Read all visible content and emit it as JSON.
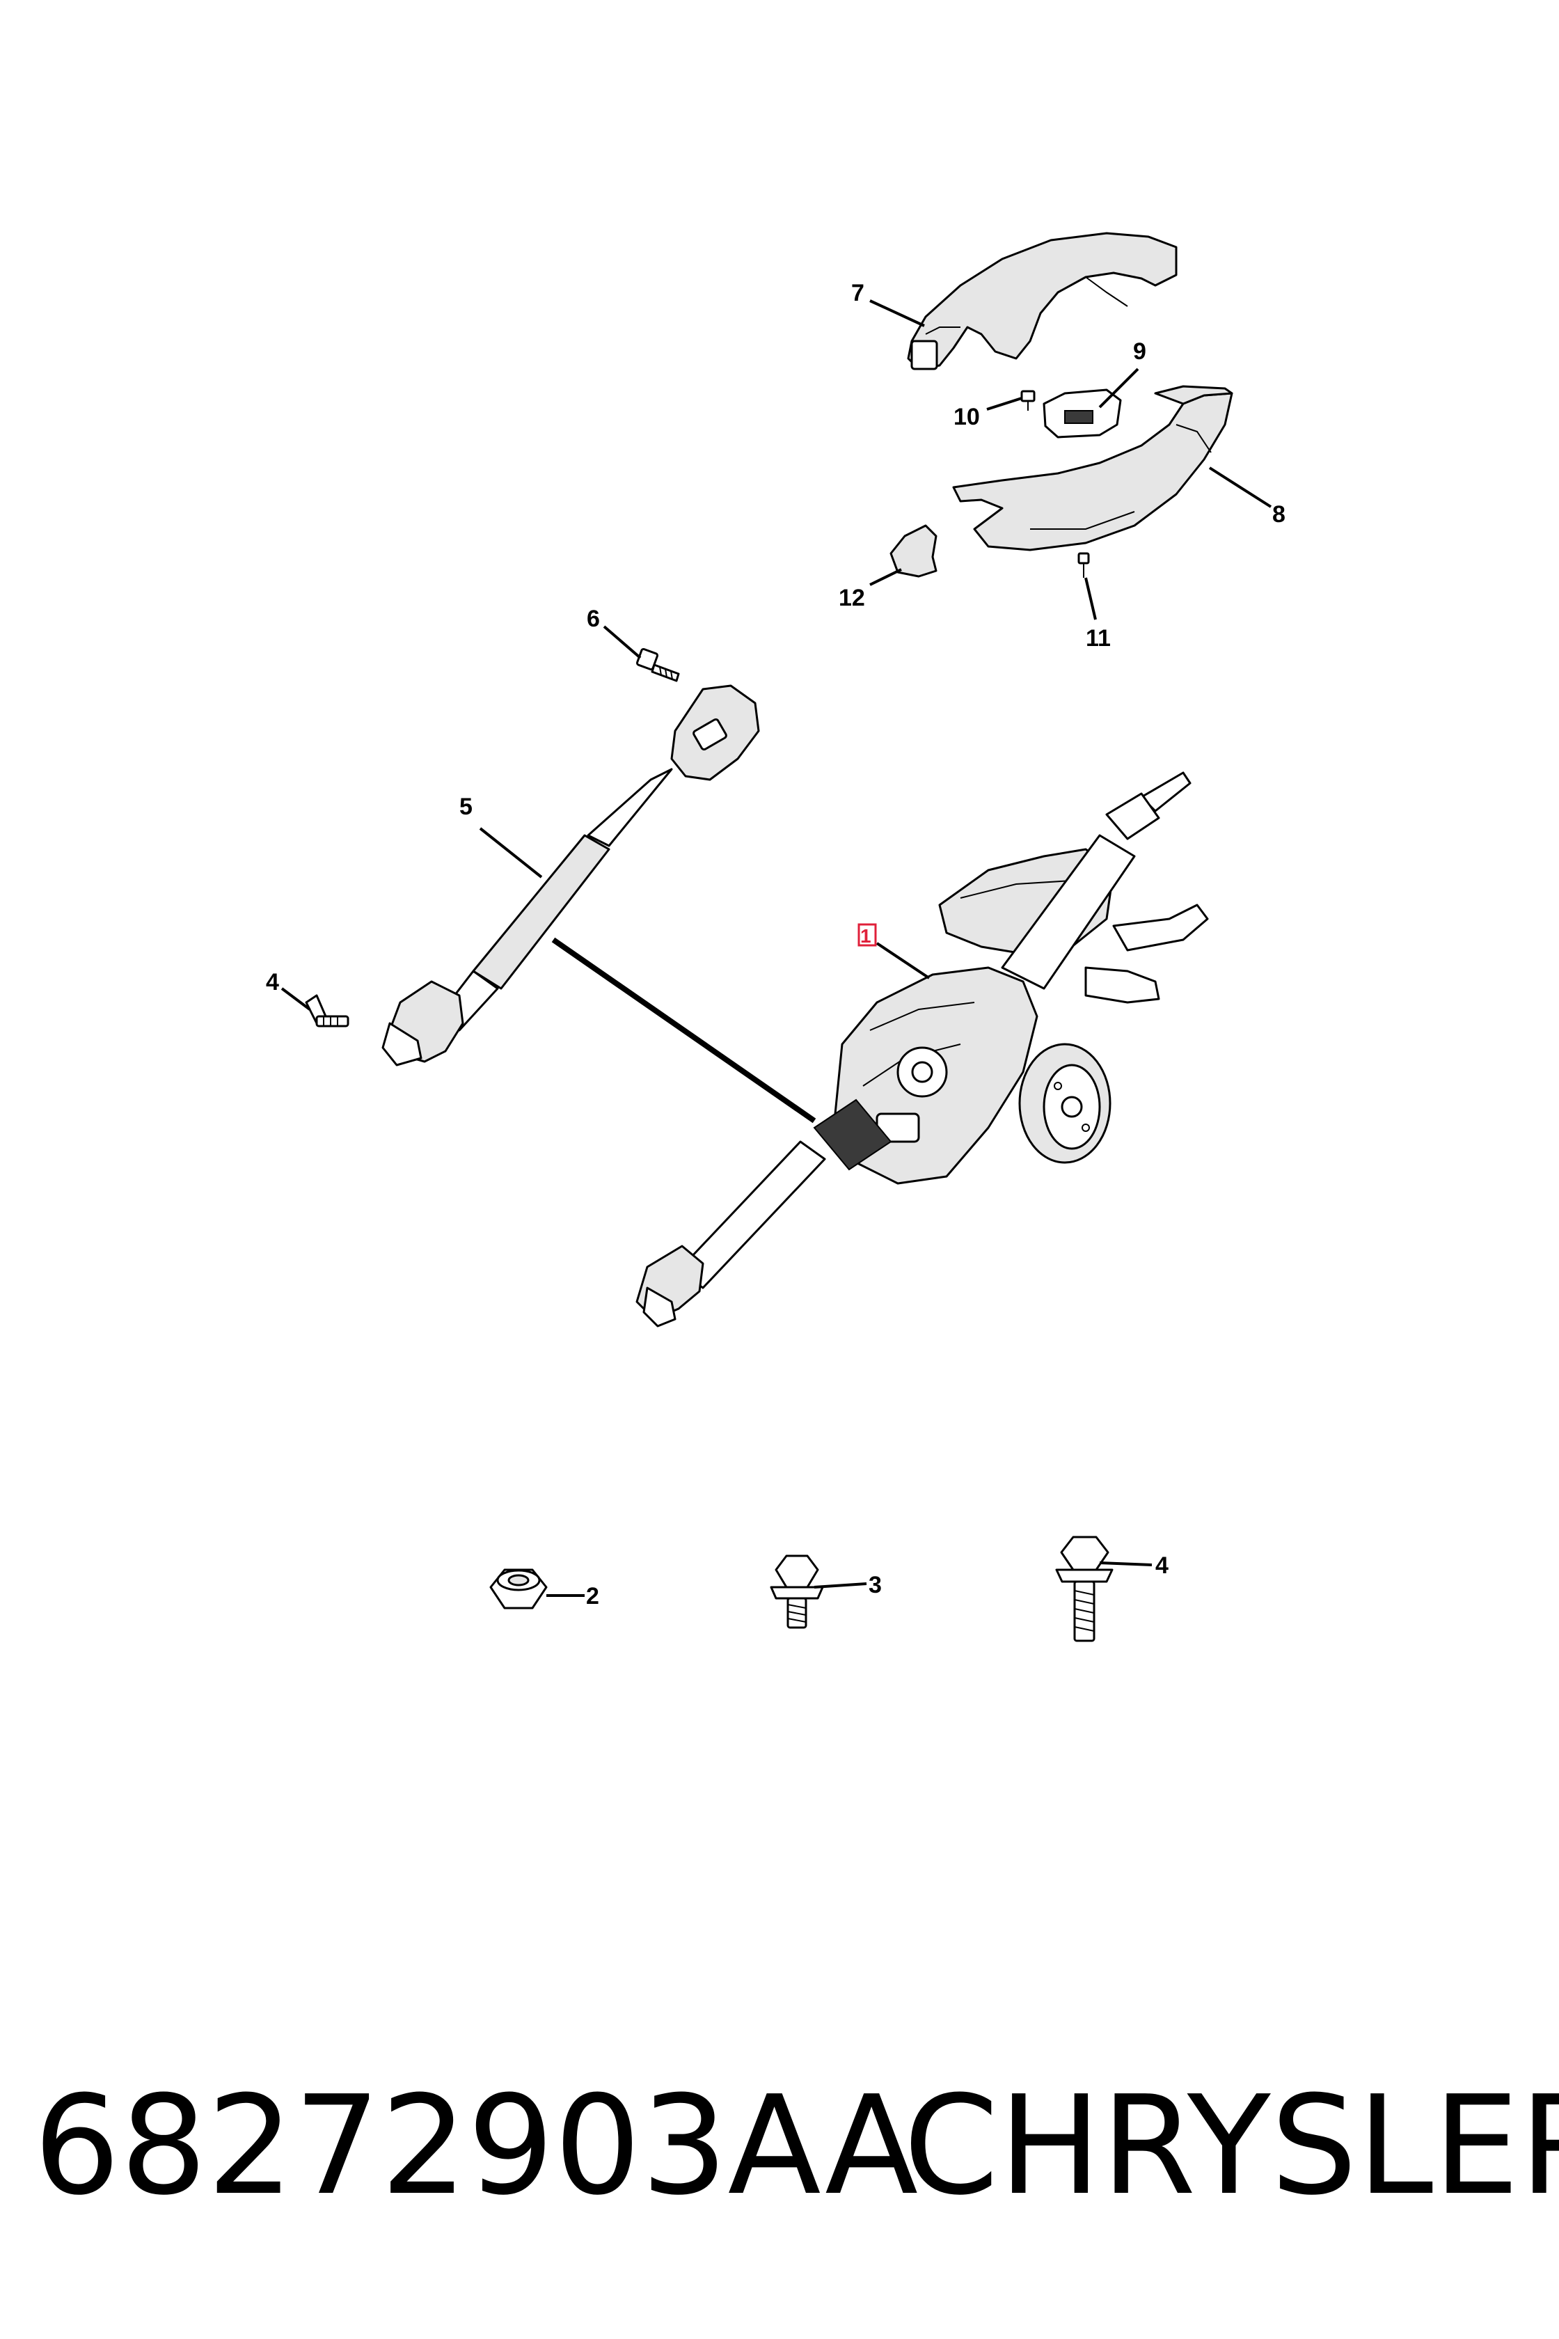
{
  "callouts": {
    "c1": "1",
    "c2": "2",
    "c3": "3",
    "c4a": "4",
    "c4b": "4",
    "c5": "5",
    "c6": "6",
    "c7": "7",
    "c8": "8",
    "c9": "9",
    "c10": "10",
    "c11": "11",
    "c12": "12"
  },
  "footer": {
    "part_number": "68272903AA",
    "brand": "CHRYSLER"
  },
  "colors": {
    "highlight_callout": "#e0203a",
    "line": "#000000",
    "background": "#ffffff"
  }
}
